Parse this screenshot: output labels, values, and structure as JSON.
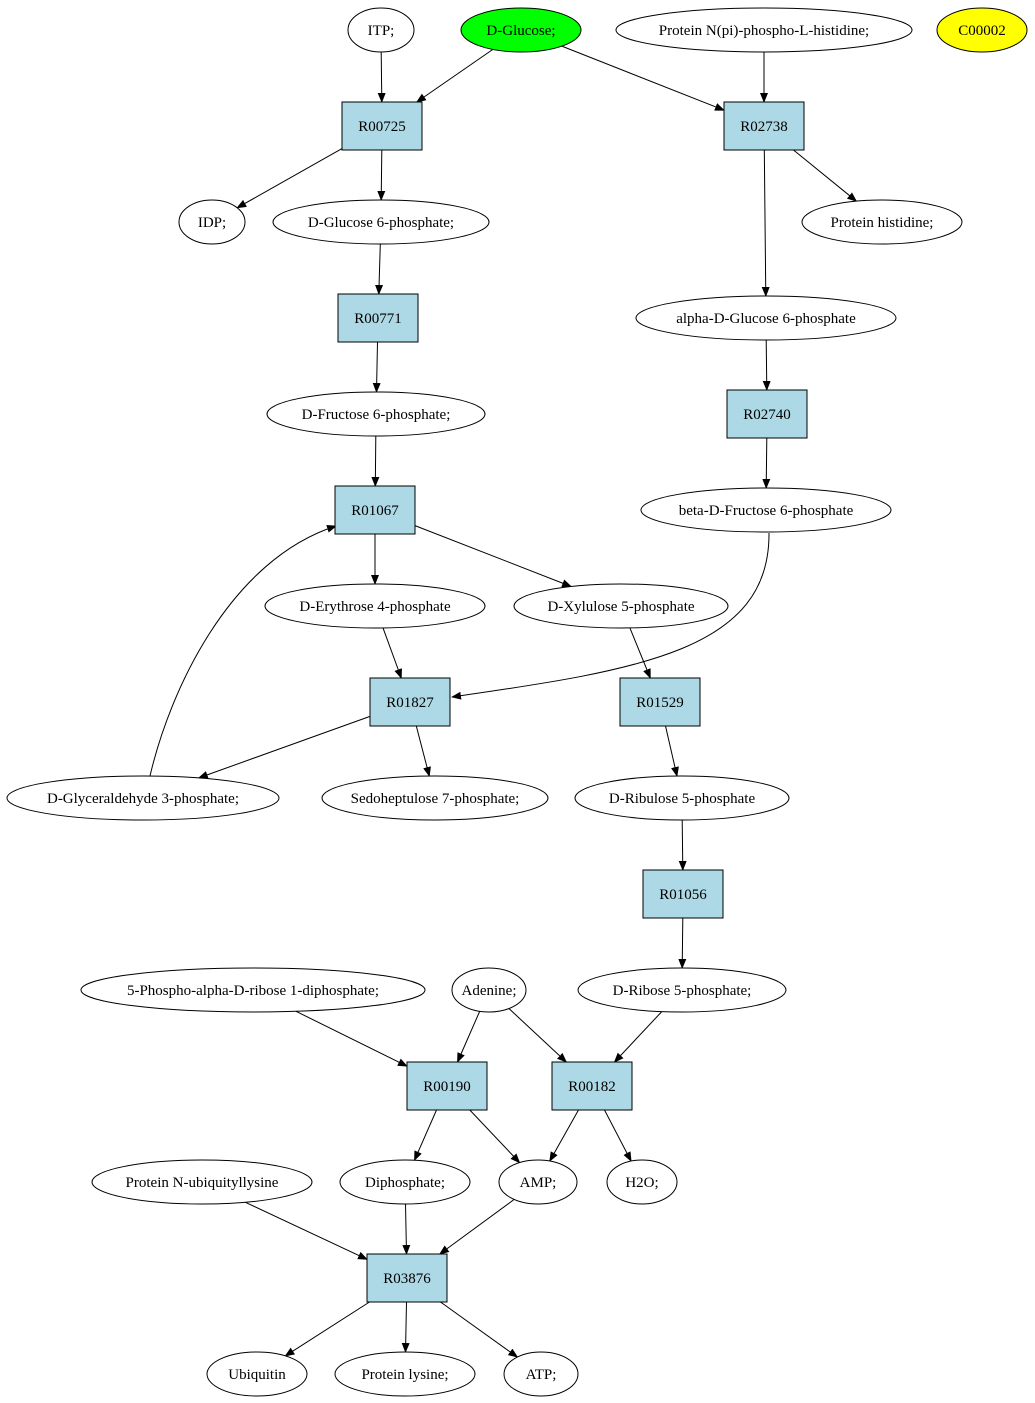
{
  "colors": {
    "reaction_fill": "#add8e6",
    "compound_fill": "#ffffff",
    "highlight_green": "#00ff00",
    "highlight_yellow": "#ffff00",
    "stroke": "#000000"
  },
  "nodes": [
    {
      "id": "itp",
      "kind": "compound",
      "label": "ITP;"
    },
    {
      "id": "dglucose",
      "kind": "compound",
      "label": "D-Glucose;",
      "fill": "#00ff00"
    },
    {
      "id": "prothisp",
      "kind": "compound",
      "label": "Protein N(pi)-phospho-L-histidine;"
    },
    {
      "id": "c00002",
      "kind": "compound",
      "label": "C00002",
      "fill": "#ffff00"
    },
    {
      "id": "r00725",
      "kind": "reaction",
      "label": "R00725"
    },
    {
      "id": "r02738",
      "kind": "reaction",
      "label": "R02738"
    },
    {
      "id": "idp",
      "kind": "compound",
      "label": "IDP;"
    },
    {
      "id": "g6p",
      "kind": "compound",
      "label": "D-Glucose 6-phosphate;"
    },
    {
      "id": "prothis",
      "kind": "compound",
      "label": "Protein histidine;"
    },
    {
      "id": "r00771",
      "kind": "reaction",
      "label": "R00771"
    },
    {
      "id": "ag6p",
      "kind": "compound",
      "label": "alpha-D-Glucose 6-phosphate"
    },
    {
      "id": "f6p",
      "kind": "compound",
      "label": "D-Fructose 6-phosphate;"
    },
    {
      "id": "r02740",
      "kind": "reaction",
      "label": "R02740"
    },
    {
      "id": "r01067",
      "kind": "reaction",
      "label": "R01067"
    },
    {
      "id": "bf6p",
      "kind": "compound",
      "label": "beta-D-Fructose 6-phosphate"
    },
    {
      "id": "e4p",
      "kind": "compound",
      "label": "D-Erythrose 4-phosphate"
    },
    {
      "id": "x5p",
      "kind": "compound",
      "label": "D-Xylulose 5-phosphate"
    },
    {
      "id": "r01827",
      "kind": "reaction",
      "label": "R01827"
    },
    {
      "id": "r01529",
      "kind": "reaction",
      "label": "R01529"
    },
    {
      "id": "g3p",
      "kind": "compound",
      "label": "D-Glyceraldehyde 3-phosphate;"
    },
    {
      "id": "s7p",
      "kind": "compound",
      "label": "Sedoheptulose 7-phosphate;"
    },
    {
      "id": "ru5p",
      "kind": "compound",
      "label": "D-Ribulose 5-phosphate"
    },
    {
      "id": "r01056",
      "kind": "reaction",
      "label": "R01056"
    },
    {
      "id": "prpp",
      "kind": "compound",
      "label": "5-Phospho-alpha-D-ribose 1-diphosphate;"
    },
    {
      "id": "adenine",
      "kind": "compound",
      "label": "Adenine;"
    },
    {
      "id": "r5p",
      "kind": "compound",
      "label": "D-Ribose 5-phosphate;"
    },
    {
      "id": "r00190",
      "kind": "reaction",
      "label": "R00190"
    },
    {
      "id": "r00182",
      "kind": "reaction",
      "label": "R00182"
    },
    {
      "id": "protub",
      "kind": "compound",
      "label": "Protein N-ubiquityllysine"
    },
    {
      "id": "diphos",
      "kind": "compound",
      "label": "Diphosphate;"
    },
    {
      "id": "amp",
      "kind": "compound",
      "label": "AMP;"
    },
    {
      "id": "h2o",
      "kind": "compound",
      "label": "H2O;"
    },
    {
      "id": "r03876",
      "kind": "reaction",
      "label": "R03876"
    },
    {
      "id": "ubiquitin",
      "kind": "compound",
      "label": "Ubiquitin"
    },
    {
      "id": "protlys",
      "kind": "compound",
      "label": "Protein lysine;"
    },
    {
      "id": "atp",
      "kind": "compound",
      "label": "ATP;"
    }
  ],
  "edges": [
    {
      "from": "itp",
      "to": "r00725"
    },
    {
      "from": "dglucose",
      "to": "r00725"
    },
    {
      "from": "dglucose",
      "to": "r02738"
    },
    {
      "from": "prothisp",
      "to": "r02738"
    },
    {
      "from": "r00725",
      "to": "idp"
    },
    {
      "from": "r00725",
      "to": "g6p"
    },
    {
      "from": "r02738",
      "to": "prothis"
    },
    {
      "from": "r02738",
      "to": "ag6p"
    },
    {
      "from": "g6p",
      "to": "r00771"
    },
    {
      "from": "r00771",
      "to": "f6p"
    },
    {
      "from": "ag6p",
      "to": "r02740"
    },
    {
      "from": "r02740",
      "to": "bf6p"
    },
    {
      "from": "f6p",
      "to": "r01067"
    },
    {
      "from": "r01067",
      "to": "e4p"
    },
    {
      "from": "r01067",
      "to": "x5p"
    },
    {
      "from": "bf6p",
      "to": "r01827"
    },
    {
      "from": "e4p",
      "to": "r01827"
    },
    {
      "from": "x5p",
      "to": "r01529"
    },
    {
      "from": "r01827",
      "to": "g3p"
    },
    {
      "from": "r01827",
      "to": "s7p"
    },
    {
      "from": "g3p",
      "to": "r01067"
    },
    {
      "from": "r01529",
      "to": "ru5p"
    },
    {
      "from": "ru5p",
      "to": "r01056"
    },
    {
      "from": "r01056",
      "to": "r5p"
    },
    {
      "from": "prpp",
      "to": "r00190"
    },
    {
      "from": "adenine",
      "to": "r00190"
    },
    {
      "from": "adenine",
      "to": "r00182"
    },
    {
      "from": "r5p",
      "to": "r00182"
    },
    {
      "from": "r00190",
      "to": "diphos"
    },
    {
      "from": "r00190",
      "to": "amp"
    },
    {
      "from": "r00182",
      "to": "amp"
    },
    {
      "from": "r00182",
      "to": "h2o"
    },
    {
      "from": "protub",
      "to": "r03876"
    },
    {
      "from": "diphos",
      "to": "r03876"
    },
    {
      "from": "amp",
      "to": "r03876"
    },
    {
      "from": "r03876",
      "to": "ubiquitin"
    },
    {
      "from": "r03876",
      "to": "protlys"
    },
    {
      "from": "r03876",
      "to": "atp"
    }
  ]
}
